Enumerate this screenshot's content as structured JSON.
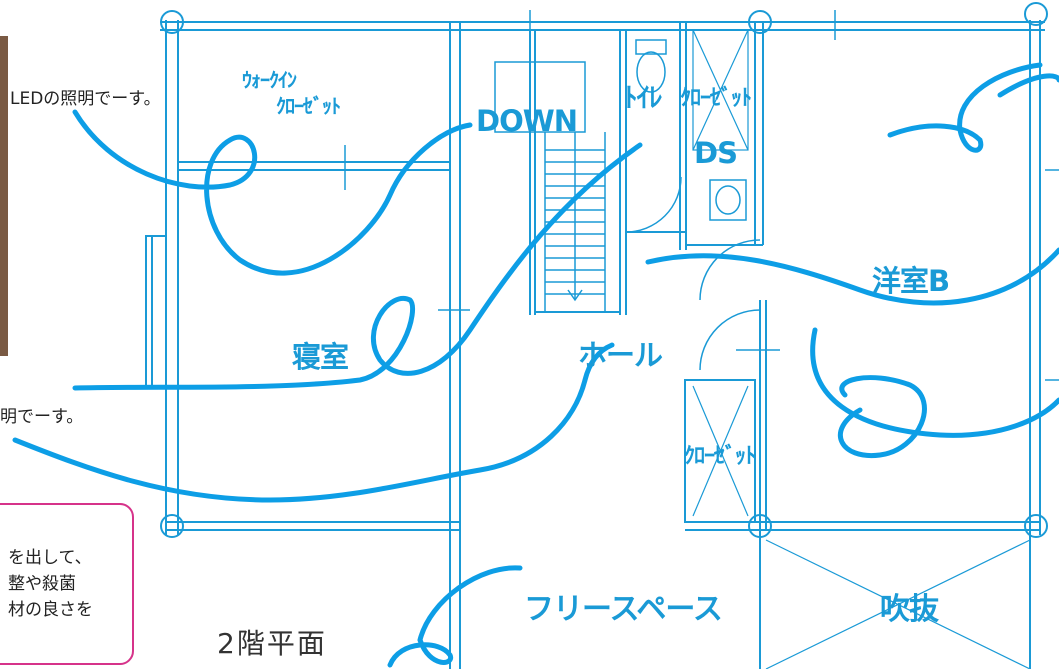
{
  "plan": {
    "line_color": "#1a9ad6",
    "scribble_color": "#0d9ee6",
    "caption": "2階平面",
    "rooms": {
      "walk_in_closet_line1": "ｳｫｰｸｲﾝ",
      "walk_in_closet_line2": "ｸﾛｰｾﾞｯﾄ",
      "down": "DOWN",
      "toilet": "ﾄｲﾚ",
      "closet_top": "ｸﾛｰｾﾞｯﾄ",
      "ds": "DS",
      "western_room_b": "洋室B",
      "bedroom": "寝室",
      "hall": "ホール",
      "closet_mid": "ｸﾛｰｾﾞｯﾄ",
      "free_space": "フリースペース",
      "atrium": "吹抜"
    }
  },
  "notes": {
    "note_top": "LEDの照明でーす。",
    "note_mid": "明でーす。",
    "callout_line1": "を出して、",
    "callout_line2": "整や殺菌",
    "callout_line3": "材の良さを",
    "callout_border_color": "#d6338a"
  }
}
